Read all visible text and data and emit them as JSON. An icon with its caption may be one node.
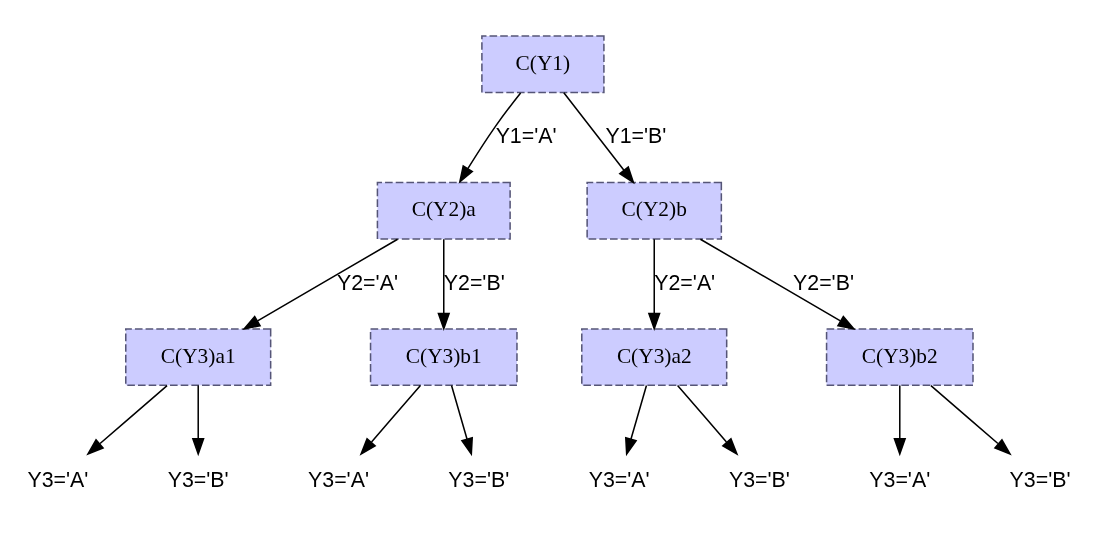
{
  "diagram": {
    "nodes": [
      {
        "text": [
          "C(Y1)"
        ]
      },
      {
        "text": [
          "C(Y2)a"
        ]
      },
      {
        "text": [
          "C(Y2)b"
        ]
      },
      {
        "text": [
          "C(Y3)a1"
        ]
      },
      {
        "text": [
          "C(Y3)b1"
        ]
      },
      {
        "text": [
          "C(Y3)a2"
        ]
      },
      {
        "text": [
          "C(Y3)b2"
        ]
      },
      {
        "text": [
          "Y3='A'"
        ]
      },
      {
        "text": [
          "Y3='B'"
        ]
      },
      {
        "text": [
          "Y3='A'"
        ]
      },
      {
        "text": [
          "Y3='B'"
        ]
      },
      {
        "text": [
          "Y3='A'"
        ]
      },
      {
        "text": [
          "Y3='B'"
        ]
      },
      {
        "text": [
          "Y3='A'"
        ]
      },
      {
        "text": [
          "Y3='B'"
        ]
      }
    ],
    "edges": [
      {
        "from": 0,
        "to": 1,
        "arrow": "to",
        "label": "Y1='A'"
      },
      {
        "from": 0,
        "to": 2,
        "arrow": "to",
        "label": "Y1='B'"
      },
      {
        "from": 1,
        "to": 3,
        "arrow": "to",
        "label": "Y2='A'"
      },
      {
        "from": 1,
        "to": 4,
        "arrow": "to",
        "label": "Y2='B'"
      },
      {
        "from": 2,
        "to": 5,
        "arrow": "to",
        "label": "Y2='A'"
      },
      {
        "from": 2,
        "to": 6,
        "arrow": "to",
        "label": "Y2='B'"
      },
      {
        "from": 3,
        "to": 7,
        "arrow": "to"
      },
      {
        "from": 3,
        "to": 8,
        "arrow": "to"
      },
      {
        "from": 4,
        "to": 9,
        "arrow": "to"
      },
      {
        "from": 4,
        "to": 10,
        "arrow": "to"
      },
      {
        "from": 5,
        "to": 11,
        "arrow": "to"
      },
      {
        "from": 5,
        "to": 12,
        "arrow": "to"
      },
      {
        "from": 6,
        "to": 13,
        "arrow": "to"
      },
      {
        "from": 6,
        "to": 14,
        "arrow": "to"
      }
    ]
  }
}
